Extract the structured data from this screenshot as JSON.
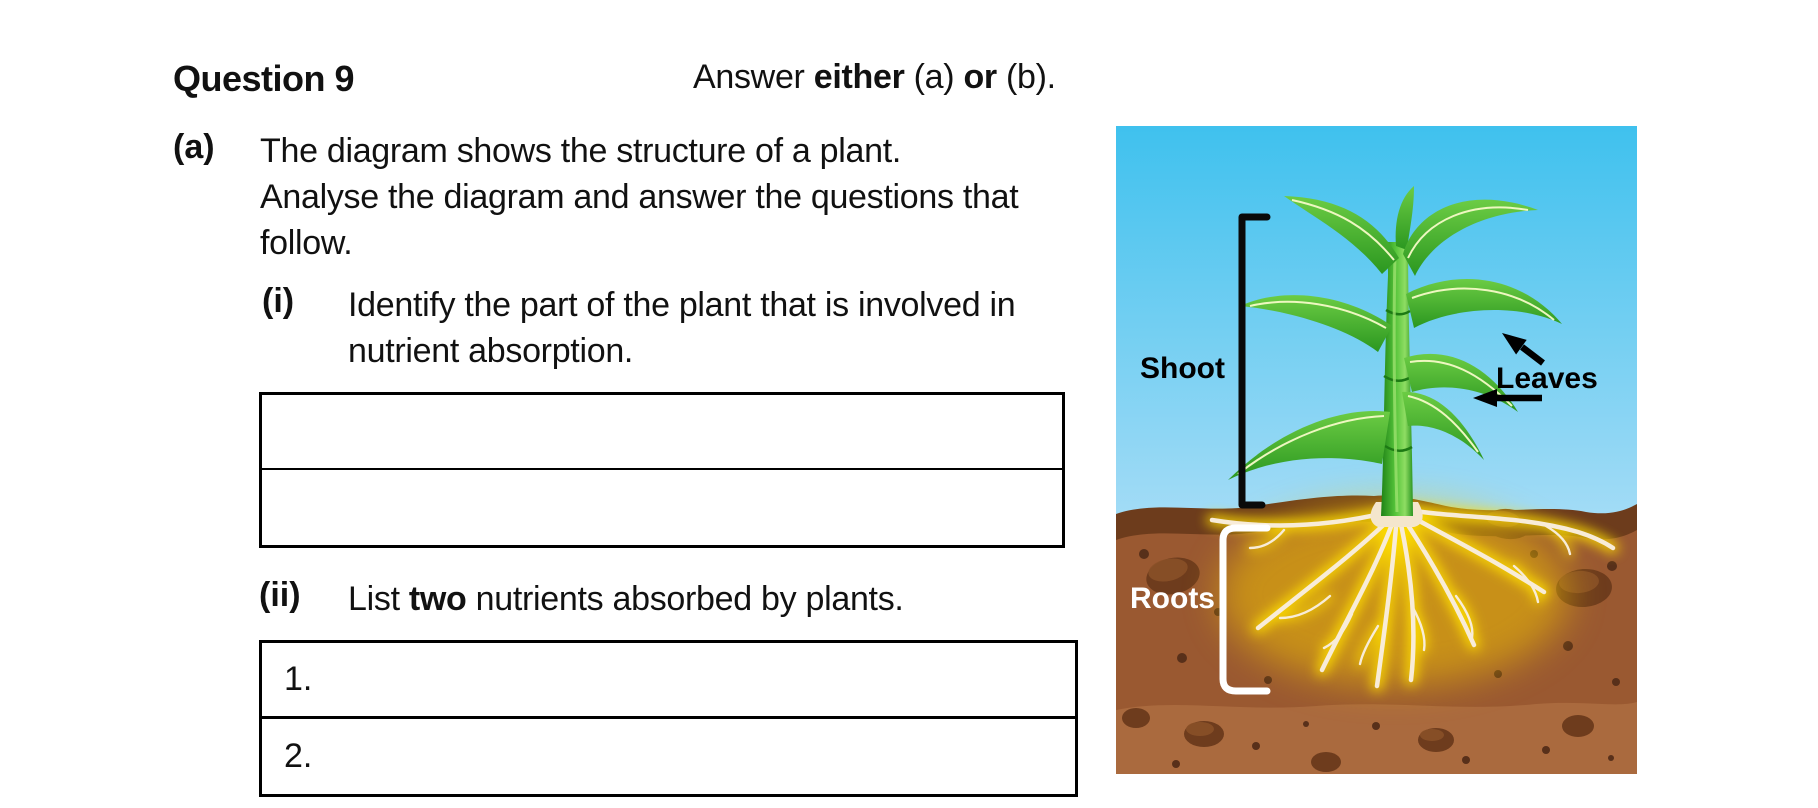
{
  "header": {
    "question_label": "Question 9",
    "answer_prefix": "Answer ",
    "answer_bold_1": "either",
    "answer_mid": " (a) ",
    "answer_bold_2": "or",
    "answer_suffix": " (b)."
  },
  "part_a": {
    "label": "(a)",
    "line1": "The diagram shows the structure of a plant.",
    "line2": "Analyse the diagram and answer the questions that",
    "line3": "follow."
  },
  "question_i": {
    "label": "(i)",
    "line1": "Identify the part of the plant that is involved in",
    "line2": "nutrient absorption."
  },
  "question_ii": {
    "label": "(ii)",
    "prefix": "List ",
    "bold_word": "two",
    "suffix": " nutrients absorbed by plants."
  },
  "answer_box_ii": {
    "row1_number": "1.",
    "row2_number": "2."
  },
  "diagram": {
    "labels": {
      "shoot": "Shoot",
      "leaves": "Leaves",
      "roots": "Roots"
    },
    "colors": {
      "sky_top": "#3fc1ee",
      "sky_bottom": "#e2f3fc",
      "soil_rim": "#6d3c1c",
      "soil_mid": "#9a5931",
      "soil_light": "#aa6a3e",
      "stone": "#6e3c1d",
      "root_glow": "#ffdf00",
      "root": "#f8ecd8",
      "leaf_light": "#6ccc44",
      "leaf_dark": "#2b9720",
      "stem": "#55c43a",
      "shoot_label": "#000000",
      "roots_label": "#ffffff"
    }
  }
}
